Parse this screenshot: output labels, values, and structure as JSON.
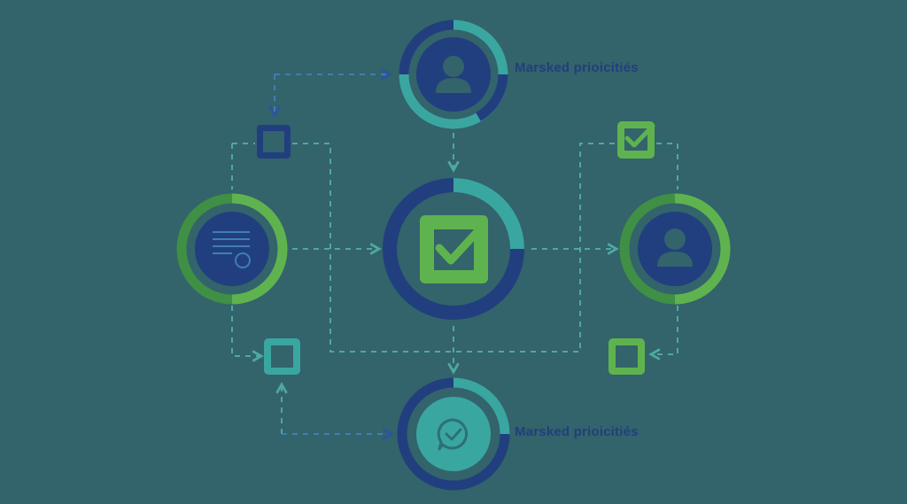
{
  "diagram": {
    "type": "workflow",
    "colors": {
      "background": "#33636b",
      "navy": "#213f7e",
      "teal": "#3aa6a0",
      "green": "#5fb34f",
      "dark_green": "#3f8f45",
      "connector": "#4fa8a2"
    },
    "nodes": [
      {
        "id": "top",
        "icon": "user-icon",
        "label": "Marsked prioicitiés",
        "ring": "navy-teal"
      },
      {
        "id": "left",
        "icon": "document-icon",
        "label": "",
        "ring": "green"
      },
      {
        "id": "center",
        "icon": "checkbox-checked-icon",
        "label": "",
        "ring": "navy-teal"
      },
      {
        "id": "right",
        "icon": "user-icon",
        "label": "",
        "ring": "green"
      },
      {
        "id": "bottom",
        "icon": "chat-check-icon",
        "label": "Marsked prioicitiés",
        "ring": "navy-teal"
      }
    ],
    "checkpoints": [
      {
        "id": "cp-top-left",
        "style": "navy-empty"
      },
      {
        "id": "cp-top-right",
        "style": "green-checked"
      },
      {
        "id": "cp-bottom-left",
        "style": "teal-empty"
      },
      {
        "id": "cp-bottom-right",
        "style": "green-empty"
      }
    ],
    "labels": {
      "top": "Marsked prioicitiés",
      "bottom": "Marsked prioicitiés"
    }
  }
}
